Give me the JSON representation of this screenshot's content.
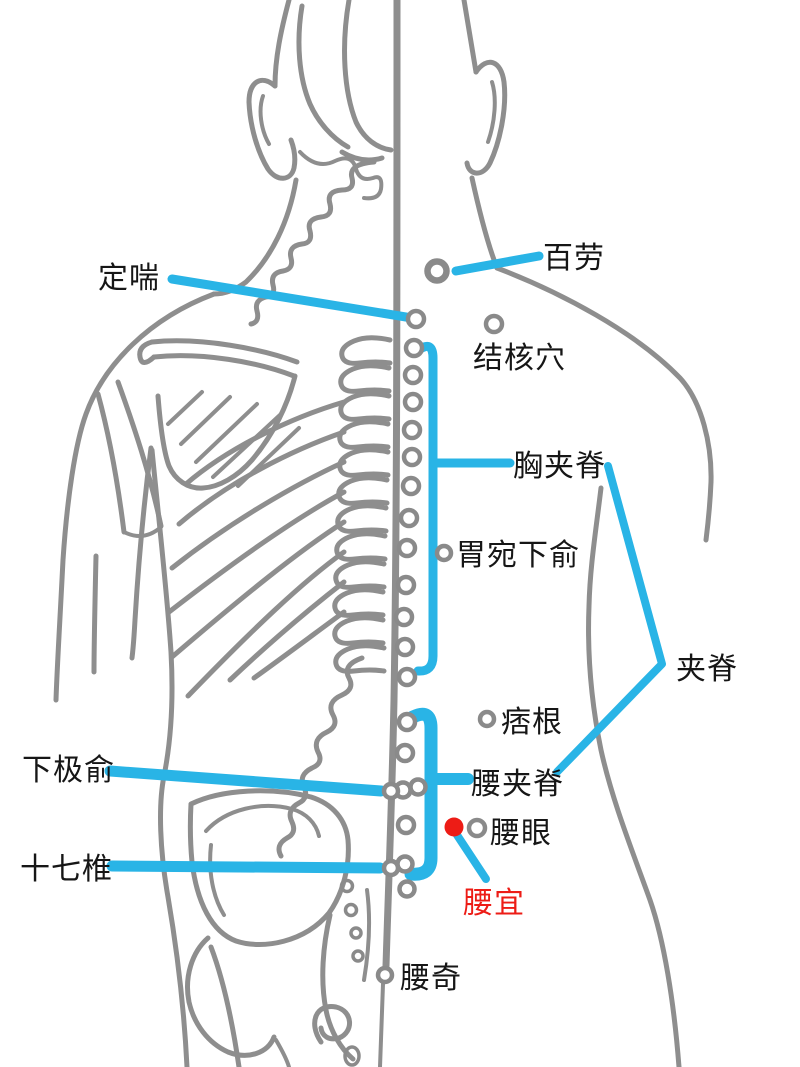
{
  "figure_type": "acupuncture back-view point chart",
  "colors": {
    "annotation": "#29b4e6",
    "highlight": "#ed1c16",
    "lineart": "#8e8e8e",
    "labeltext": "#161616",
    "bg": "#ffffff"
  },
  "points": [
    {
      "name": "dingchuan",
      "label": "定喘",
      "marker": "ring",
      "label_color": "black"
    },
    {
      "name": "bailao",
      "label": "百劳",
      "marker": "ring",
      "label_color": "black"
    },
    {
      "name": "jiehexue",
      "label": "结核穴",
      "marker": "ring",
      "label_color": "black"
    },
    {
      "name": "xiongjiaji",
      "label": "胸夹脊",
      "marker": "bracket",
      "label_color": "black"
    },
    {
      "name": "weiwanxiashu",
      "label": "胃宛下俞",
      "marker": "ring",
      "label_color": "black"
    },
    {
      "name": "jiaji",
      "label": "夹脊",
      "marker": "polyline",
      "label_color": "black"
    },
    {
      "name": "pigen",
      "label": "痞根",
      "marker": "ring",
      "label_color": "black"
    },
    {
      "name": "xiajishu",
      "label": "下极俞",
      "marker": "ring",
      "label_color": "black"
    },
    {
      "name": "yaojiaji",
      "label": "腰夹脊",
      "marker": "bracket",
      "label_color": "black"
    },
    {
      "name": "yaoyan",
      "label": "腰眼",
      "marker": "ring",
      "label_color": "black"
    },
    {
      "name": "shiqizhui",
      "label": "十七椎",
      "marker": "ring",
      "label_color": "black"
    },
    {
      "name": "yaoyi",
      "label": "腰宜",
      "marker": "red-dot",
      "label_color": "red"
    },
    {
      "name": "yaoqi",
      "label": "腰奇",
      "marker": "ring",
      "label_color": "black"
    }
  ]
}
